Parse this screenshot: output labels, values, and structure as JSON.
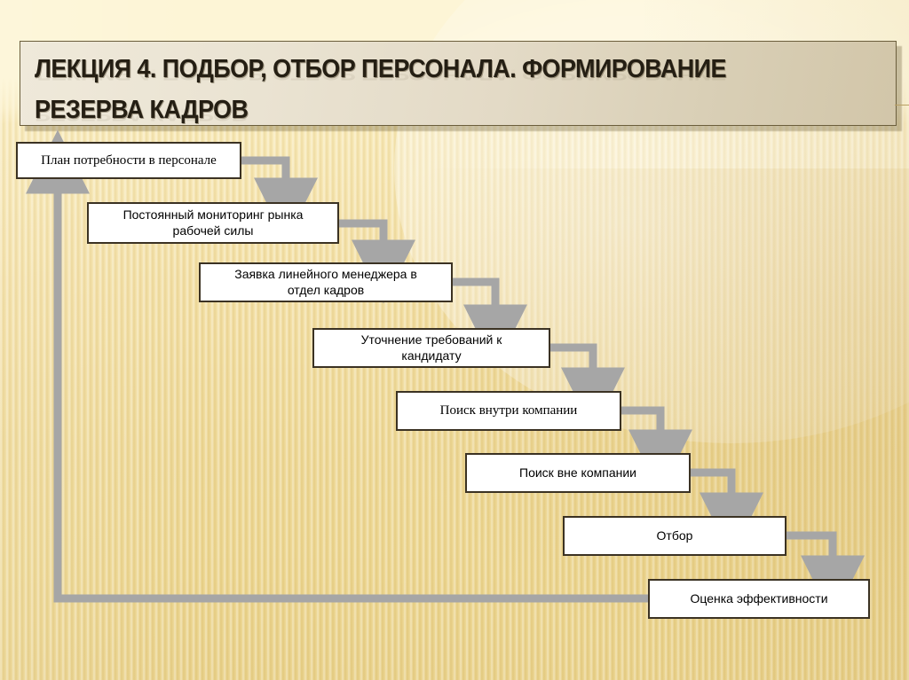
{
  "slide": {
    "title_line_1": "ЛЕКЦИЯ 4. ПОДБОР, ОТБОР ПЕРСОНАЛА. ФОРМИРОВАНИЕ",
    "title_line_2": "РЕЗЕРВА КАДРОВ",
    "background_color": "#f0dca0",
    "title_panel_color": "#e6dece",
    "title_text_color": "#241e13",
    "connector_color": "#a6a6a6",
    "node_border_color": "#3b3223",
    "node_fill_color": "#ffffff"
  },
  "chart_data": {
    "type": "diagram",
    "title": "ЛЕКЦИЯ 4. ПОДБОР, ОТБОР ПЕРСОНАЛА. ФОРМИРОВАНИЕ РЕЗЕРВА КАДРОВ",
    "layout": "descending-staircase-flowchart-with-feedback-loop",
    "nodes": [
      {
        "id": 1,
        "label": "План потребности в персонале"
      },
      {
        "id": 2,
        "label": "Постоянный мониторинг рынка рабочей силы"
      },
      {
        "id": 3,
        "label": "Заявка линейного менеджера в отдел кадров"
      },
      {
        "id": 4,
        "label": "Уточнение требований к кандидату"
      },
      {
        "id": 5,
        "label": "Поиск внутри компании"
      },
      {
        "id": 6,
        "label": "Поиск вне компании"
      },
      {
        "id": 7,
        "label": "Отбор"
      },
      {
        "id": 8,
        "label": "Оценка эффективности"
      }
    ],
    "edges": [
      {
        "from": 1,
        "to": 2,
        "style": "elbow-right-down"
      },
      {
        "from": 2,
        "to": 3,
        "style": "elbow-right-down"
      },
      {
        "from": 3,
        "to": 4,
        "style": "elbow-right-down"
      },
      {
        "from": 4,
        "to": 5,
        "style": "elbow-right-down"
      },
      {
        "from": 5,
        "to": 6,
        "style": "elbow-right-down"
      },
      {
        "from": 6,
        "to": 7,
        "style": "elbow-right-down"
      },
      {
        "from": 7,
        "to": 8,
        "style": "elbow-right-down"
      },
      {
        "from": 8,
        "to": 1,
        "style": "feedback-left-up"
      }
    ]
  },
  "nodes": {
    "n1": "План потребности в персонале",
    "n2_line1": "Постоянный мониторинг рынка",
    "n2_line2": "рабочей силы",
    "n3_line1": "Заявка линейного менеджера в",
    "n3_line2": "отдел кадров",
    "n4_line1": "Уточнение требований к",
    "n4_line2": "кандидату",
    "n5": "Поиск внутри компании",
    "n6": "Поиск вне компании",
    "n7": "Отбор",
    "n8": "Оценка эффективности"
  }
}
